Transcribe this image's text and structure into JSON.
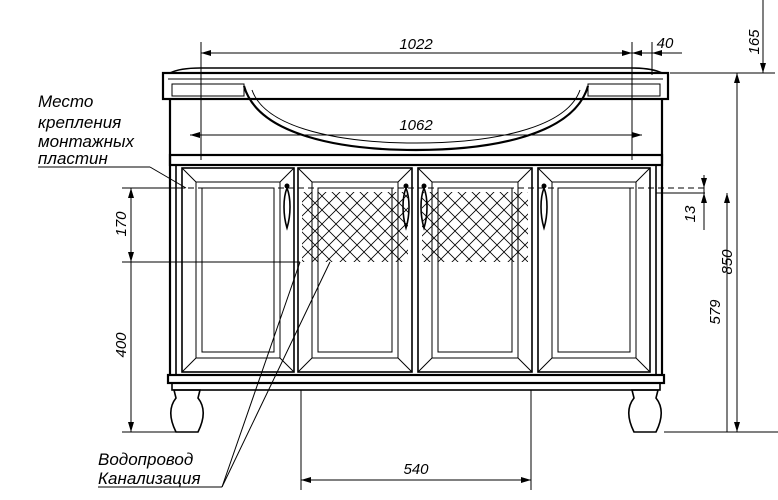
{
  "dimensions": {
    "overall_width": "1022",
    "top_overhang": "40",
    "height_top": "165",
    "cabinet_width": "1062",
    "mount_height": "170",
    "plumbing_height": "400",
    "panel_offset": "13",
    "inner_height": "579",
    "total_height": "850",
    "drain_width": "540"
  },
  "notes": {
    "mount_line1": "Место",
    "mount_line2": "крепления",
    "mount_line3": "монтажных",
    "mount_line4": "пластин",
    "pipe_line1": "Водопровод",
    "pipe_line2": "Канализация"
  }
}
